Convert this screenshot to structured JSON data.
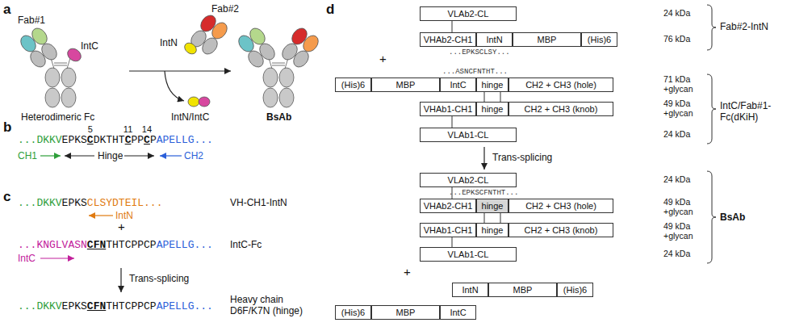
{
  "diagram": {
    "nodes": [
      {
        "text": [
          "VLAb2-CL"
        ]
      },
      {
        "text": [
          "VHAb2-CH1"
        ]
      },
      {
        "text": [
          "IntN"
        ]
      },
      {
        "text": [
          "MBP"
        ]
      },
      {
        "text": [
          "(His)6"
        ]
      },
      {
        "text": [
          "(His)6"
        ]
      },
      {
        "text": [
          "MBP"
        ]
      },
      {
        "text": [
          "IntC"
        ]
      },
      {
        "text": [
          "hinge"
        ]
      },
      {
        "text": [
          "CH2 + CH3 (hole)"
        ]
      },
      {
        "text": [
          "VHAb1-CH1"
        ]
      },
      {
        "text": [
          "hinge"
        ]
      },
      {
        "text": [
          "CH2 + CH3 (knob)"
        ]
      },
      {
        "text": [
          "VLAb1-CL"
        ]
      },
      {
        "text": [
          "VLAb2-CL"
        ]
      },
      {
        "text": [
          "VHAb2-CH1"
        ]
      },
      {
        "text": [
          "hinge"
        ]
      },
      {
        "text": [
          "CH2 + CH3 (hole)"
        ]
      },
      {
        "text": [
          "VHAb1-CH1"
        ]
      },
      {
        "text": [
          "hinge"
        ]
      },
      {
        "text": [
          "CH2 + CH3 (knob)"
        ]
      },
      {
        "text": [
          "VLAb1-CL"
        ]
      },
      {
        "text": [
          "IntN"
        ]
      },
      {
        "text": [
          "MBP"
        ]
      },
      {
        "text": [
          "(His)6"
        ]
      },
      {
        "text": [
          "(His)6"
        ]
      },
      {
        "text": [
          "MBP"
        ]
      },
      {
        "text": [
          "IntC"
        ]
      }
    ],
    "edges": [
      {
        "from": 0,
        "to": 1,
        "arrow": "none"
      },
      {
        "from": 8,
        "to": 11,
        "arrow": "none"
      },
      {
        "from": 8,
        "to": 11,
        "arrow": "none"
      },
      {
        "from": 10,
        "to": 13,
        "arrow": "none"
      },
      {
        "from": 14,
        "to": 15,
        "arrow": "none"
      },
      {
        "from": 16,
        "to": 19,
        "arrow": "none"
      },
      {
        "from": 16,
        "to": 19,
        "arrow": "none"
      },
      {
        "from": 18,
        "to": 21,
        "arrow": "none"
      }
    ],
    "labels": [
      "a",
      "Fab#1",
      "IntC",
      "Heterodimeric Fc",
      "IntN",
      "Fab#2",
      "BsAb",
      "IntN/IntC",
      "b",
      "5",
      "11",
      "14",
      "...DKKV",
      "EPKS",
      "C",
      "DKTHT",
      "C",
      "PP",
      "C",
      "P",
      "APELLG...",
      "CH1",
      "Hinge",
      "CH2",
      "c",
      "...DKKV",
      "EPKS",
      "CLSYDTEIL...",
      "VH-CH1-IntN",
      "IntN",
      "+",
      "...KNGLVASN",
      "CFN",
      "THTCPPCP",
      "APELLG...",
      "IntC-Fc",
      "IntC",
      "Trans-splicing",
      "...DKKV",
      "EPKS",
      "CFN",
      "THTCPPCP",
      "APELLG...",
      "Heavy chain D6F/K7N (hinge)",
      "d",
      "...EPKSCLSY...",
      "24 kDa",
      "76 kDa",
      "Fab#2-IntN",
      "+",
      "...ASNCFNTHT...",
      "71 kDa +glycan",
      "49 kDa +glycan",
      "24 kDa",
      "IntC/Fab#1-Fc(dKiH)",
      "Trans-splicing",
      "24 kDa",
      "...EPKSCFNTHT...",
      "49 kDa +glycan",
      "49 kDa +glycan",
      "24 kDa",
      "BsAb",
      "+"
    ]
  }
}
